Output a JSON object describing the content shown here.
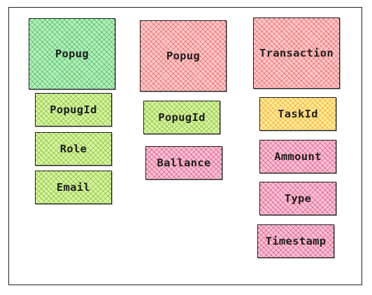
{
  "entities": [
    {
      "title": "Popug",
      "title_color": "#b2f2bb",
      "fields": [
        {
          "label": "PopugId",
          "color": "#d8f5a2"
        },
        {
          "label": "Role",
          "color": "#d8f5a2"
        },
        {
          "label": "Email",
          "color": "#d8f5a2"
        }
      ]
    },
    {
      "title": "Popug",
      "title_color": "#ffc9c9",
      "fields": [
        {
          "label": "PopugId",
          "color": "#d8f5a2"
        },
        {
          "label": "Ballance",
          "color": "#fcc2d7"
        }
      ]
    },
    {
      "title": "Transaction",
      "title_color": "#ffc9c9",
      "fields": [
        {
          "label": "TaskId",
          "color": "#ffec99"
        },
        {
          "label": "Ammount",
          "color": "#fcc2d7"
        },
        {
          "label": "Type",
          "color": "#fcc2d7"
        },
        {
          "label": "Timestamp",
          "color": "#fcc2d7"
        }
      ]
    }
  ]
}
